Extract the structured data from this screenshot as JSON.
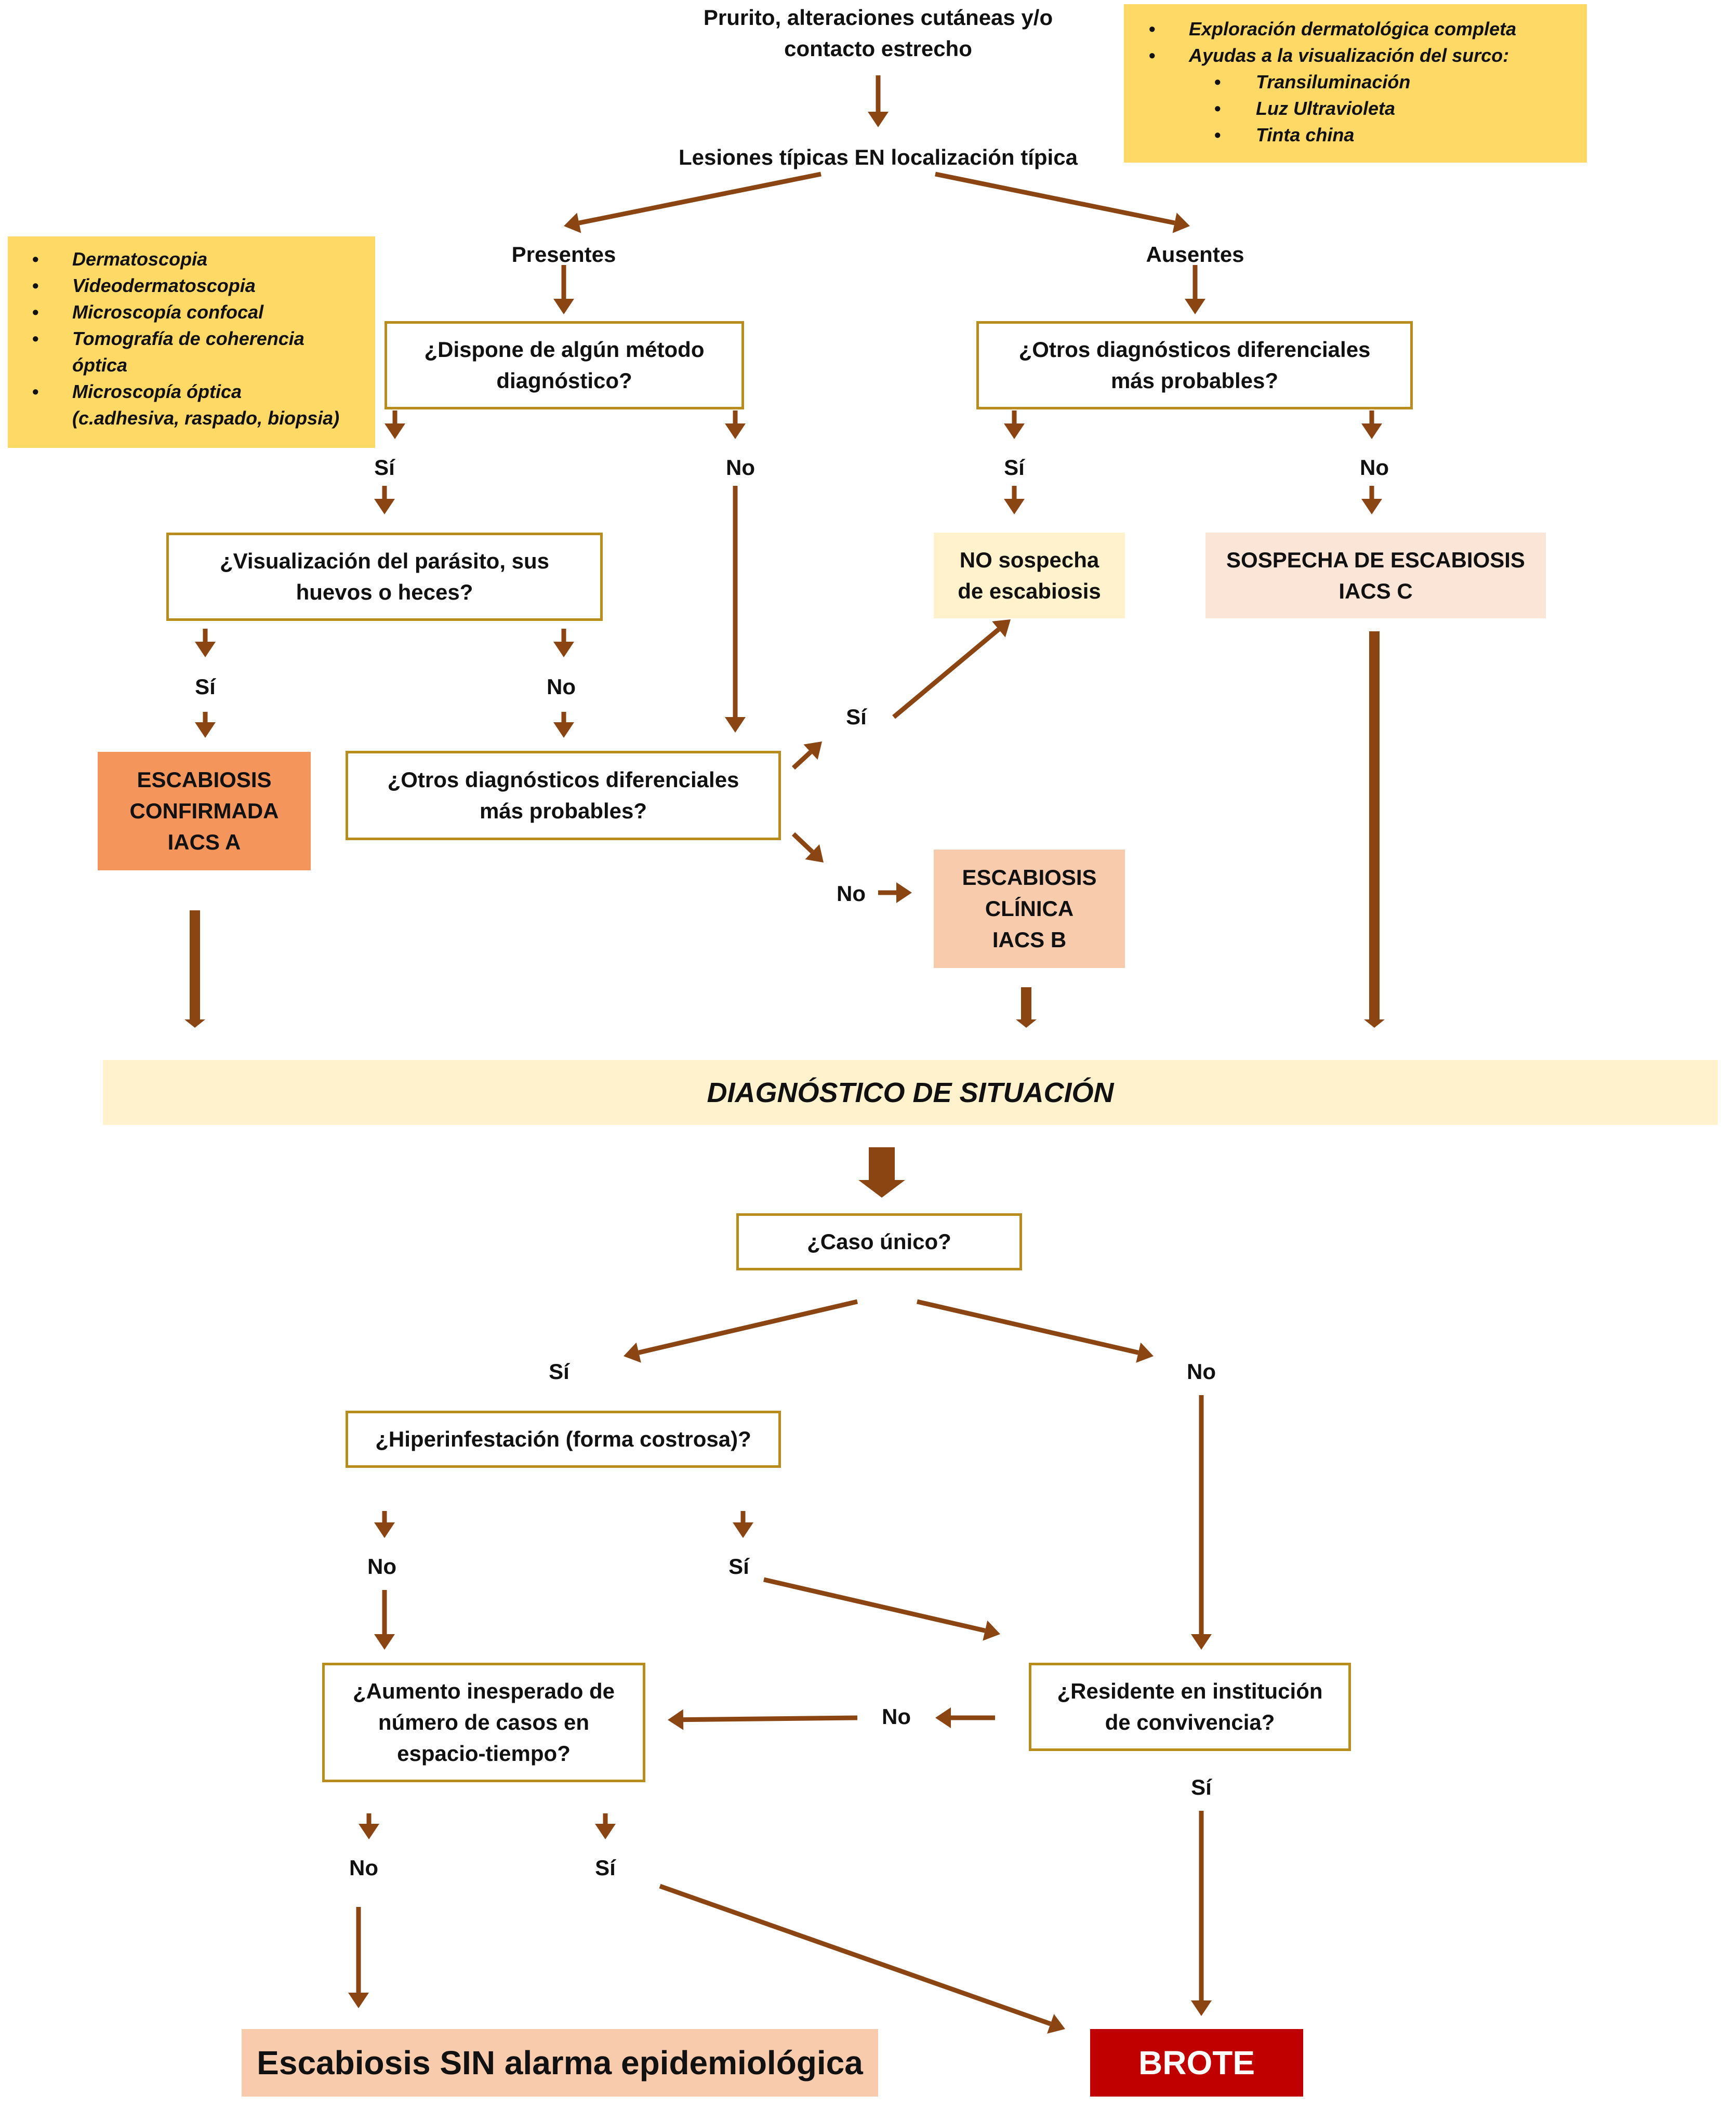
{
  "colors": {
    "arrow": "#8b4513",
    "question_border": "#b98c1e",
    "note_fill": "#ffd966",
    "confirmed_fill": "#f4955c",
    "clinical_fill": "#f8cbad",
    "suspect_fill": "#fbe5d6",
    "no_suspect_fill": "#fff2cc",
    "situation_fill": "#fff2cc",
    "outbreak_fill": "#c00000",
    "no_alarm_fill": "#f8cbad"
  },
  "start": {
    "line1": "Prurito, alteraciones cutáneas y/o",
    "line2": "contacto estrecho"
  },
  "typical": "Lesiones típicas EN localización típica",
  "present": "Presentes",
  "absent": "Ausentes",
  "note_right": {
    "items": [
      "Exploración dermatológica completa",
      "Ayudas a la visualización del surco:"
    ],
    "subitems": [
      "Transiluminación",
      "Luz Ultravioleta",
      "Tinta china"
    ]
  },
  "note_left": {
    "items": [
      "Dermatoscopia",
      "Videodermatoscopia",
      "Microscopía confocal",
      "Tomografía de coherencia",
      "óptica",
      "Microscopía óptica",
      "(c.adhesiva, raspado, biopsia)"
    ]
  },
  "q_method": {
    "line1": "¿Dispone de algún método",
    "line2": "diagnóstico?"
  },
  "q_diff1": {
    "line1": "¿Otros diagnósticos diferenciales",
    "line2": "más probables?"
  },
  "q_visual": {
    "line1": "¿Visualización del parásito, sus",
    "line2": "huevos o heces?"
  },
  "q_diff2": {
    "line1": "¿Otros diagnósticos diferenciales",
    "line2": "más probables?"
  },
  "no_suspect": {
    "line1": "NO sospecha",
    "line2": "de escabiosis"
  },
  "suspect": {
    "line1": "SOSPECHA DE ESCABIOSIS",
    "line2": "IACS C"
  },
  "confirmed": {
    "line1": "ESCABIOSIS",
    "line2": "CONFIRMADA",
    "line3": "IACS A"
  },
  "clinical": {
    "line1": "ESCABIOSIS",
    "line2": "CLÍNICA",
    "line3": "IACS B"
  },
  "situation": "DIAGNÓSTICO DE SITUACIÓN",
  "q_single": "¿Caso único?",
  "q_hyper": "¿Hiperinfestación (forma costrosa)?",
  "q_increase": {
    "line1": "¿Aumento inesperado de",
    "line2": "número de casos en",
    "line3": "espacio-tiempo?"
  },
  "q_resident": {
    "line1": "¿Residente en institución",
    "line2": "de convivencia?"
  },
  "no_alarm": "Escabiosis SIN alarma epidemiológica",
  "outbreak": "BROTE",
  "labels": {
    "yes": "Sí",
    "no": "No"
  }
}
